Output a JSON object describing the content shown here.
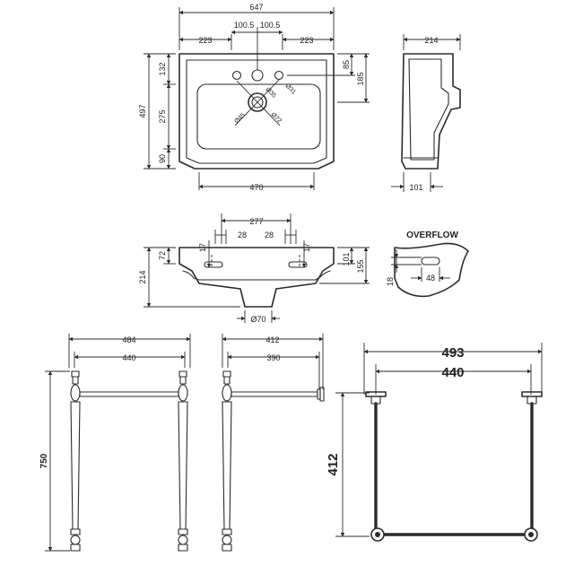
{
  "top_view": {
    "width": "647",
    "left_offset": "223",
    "half_left": "100.5",
    "half_right": "100.5",
    "right_offset": "223",
    "back_depth": "132",
    "bowl_depth": "275",
    "front_depth": "90",
    "total_depth": "497",
    "tap_hole_offset": "85",
    "tap_zone_depth": "185",
    "bottom_width": "470",
    "tap_hole_dia": "Ø35",
    "side_hole_dia": "Ø31",
    "waste_dia": "Ø45",
    "waste_outer_dia": "Ø72"
  },
  "side_view": {
    "depth": "214",
    "wall_offset": "101"
  },
  "front_view": {
    "hole_spacing": "277",
    "left_hole_width": "28",
    "right_hole_width": "28",
    "left_hole_height": "17",
    "right_hole_height": "17",
    "left_rim_height": "72",
    "right_rim_height": "101",
    "right_total_height": "155",
    "total_height": "214",
    "waste_dia": "Ø70"
  },
  "overflow": {
    "title": "OVERFLOW",
    "height": "18",
    "width": "48"
  },
  "stand_front": {
    "outer_width": "484",
    "inner_width": "440",
    "height": "750"
  },
  "stand_side": {
    "outer_width": "412",
    "inner_width": "390"
  },
  "stand_top": {
    "outer_width": "493",
    "inner_width": "440",
    "depth": "412"
  }
}
